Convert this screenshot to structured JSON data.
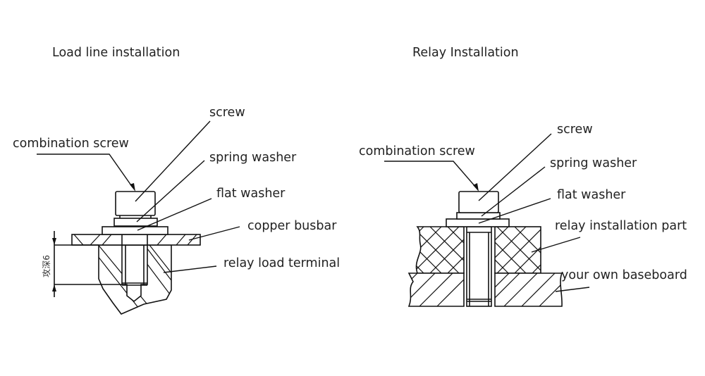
{
  "figures": [
    {
      "title": "Load line installation",
      "labels": {
        "combination_screw": "combination screw",
        "screw": "screw",
        "spring_washer": "spring washer",
        "flat_washer": "flat washer",
        "copper_busbar": "copper busbar",
        "relay_load_terminal": "relay load terminal"
      },
      "dimension": "攻深6"
    },
    {
      "title": "Relay Installation",
      "labels": {
        "combination_screw": "combination screw",
        "screw": "screw",
        "spring_washer": "spring washer",
        "flat_washer": "flat washer",
        "relay_installation_part": "relay installation part",
        "your_own_baseboard": "your own baseboard"
      }
    }
  ]
}
